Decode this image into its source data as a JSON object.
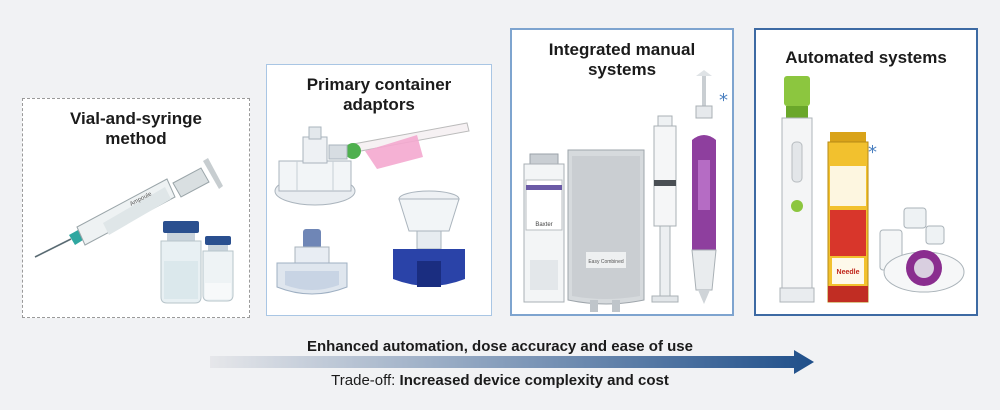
{
  "panels": [
    {
      "title": "Vial-and-syringe\nmethod"
    },
    {
      "title": "Primary container\nadaptors"
    },
    {
      "title": "Integrated manual\nsystems"
    },
    {
      "title": "Automated systems"
    }
  ],
  "arrow": {
    "label": "Enhanced automation, dose accuracy and ease of use",
    "start_color": "#e6e7ea",
    "end_color": "#1f4f8a"
  },
  "tradeoff": {
    "prefix": "Trade-off: ",
    "text": "Increased device complexity and cost"
  },
  "annotations": {
    "asterisk": "*"
  },
  "product_labels": {
    "syringe": "Ampoule",
    "bag": "Easy Combined",
    "vial_brand": "Baxter",
    "autoinjector_label": "Needle"
  }
}
